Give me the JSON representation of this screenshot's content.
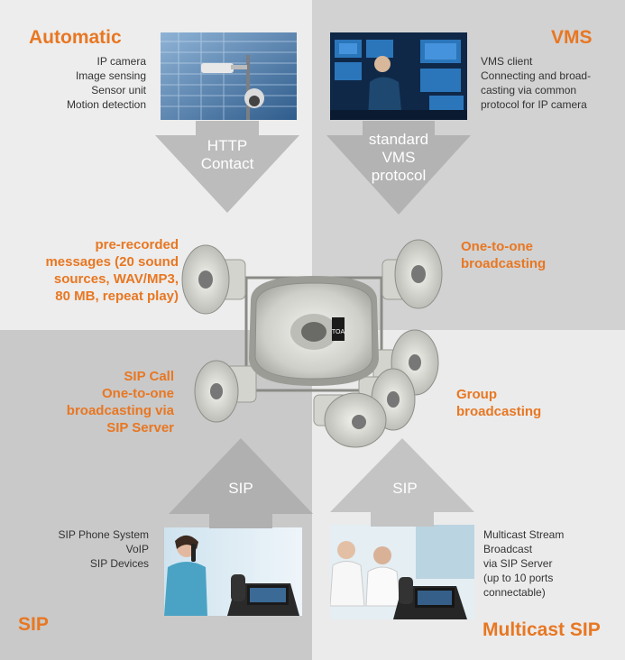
{
  "colors": {
    "orange": "#e87722",
    "arrow": "#bcbcbc",
    "arrow_label": "#ffffff"
  },
  "automatic": {
    "title": "Automatic",
    "items": [
      "IP camera",
      "Image sensing",
      "Sensor unit",
      "Motion detection"
    ],
    "arrow_lines": [
      "HTTP",
      "Contact"
    ],
    "speaker_text": [
      "pre-recorded",
      "messages (20 sound",
      "sources, WAV/MP3,",
      "80 MB, repeat play)"
    ]
  },
  "vms": {
    "title": "VMS",
    "items": [
      "VMS client",
      "Connecting and broad-",
      "casting via common",
      "protocol for IP camera"
    ],
    "arrow_lines": [
      "standard",
      "VMS",
      "protocol"
    ],
    "speaker_text": [
      "One-to-one",
      "broadcasting"
    ]
  },
  "sip": {
    "title": "SIP",
    "items": [
      "SIP Phone System",
      "VoIP",
      "SIP Devices"
    ],
    "arrow_label": "SIP",
    "speaker_text": [
      "SIP Call",
      "One-to-one",
      "broadcasting via",
      "SIP Server"
    ]
  },
  "multicast": {
    "title": "Multicast SIP",
    "items": [
      "Multicast Stream",
      "Broadcast",
      "via SIP Server",
      "(up to 10 ports",
      "connectable)"
    ],
    "arrow_label": "SIP",
    "speaker_text": [
      "Group",
      "broadcasting"
    ]
  },
  "brand_logo": "TOA"
}
